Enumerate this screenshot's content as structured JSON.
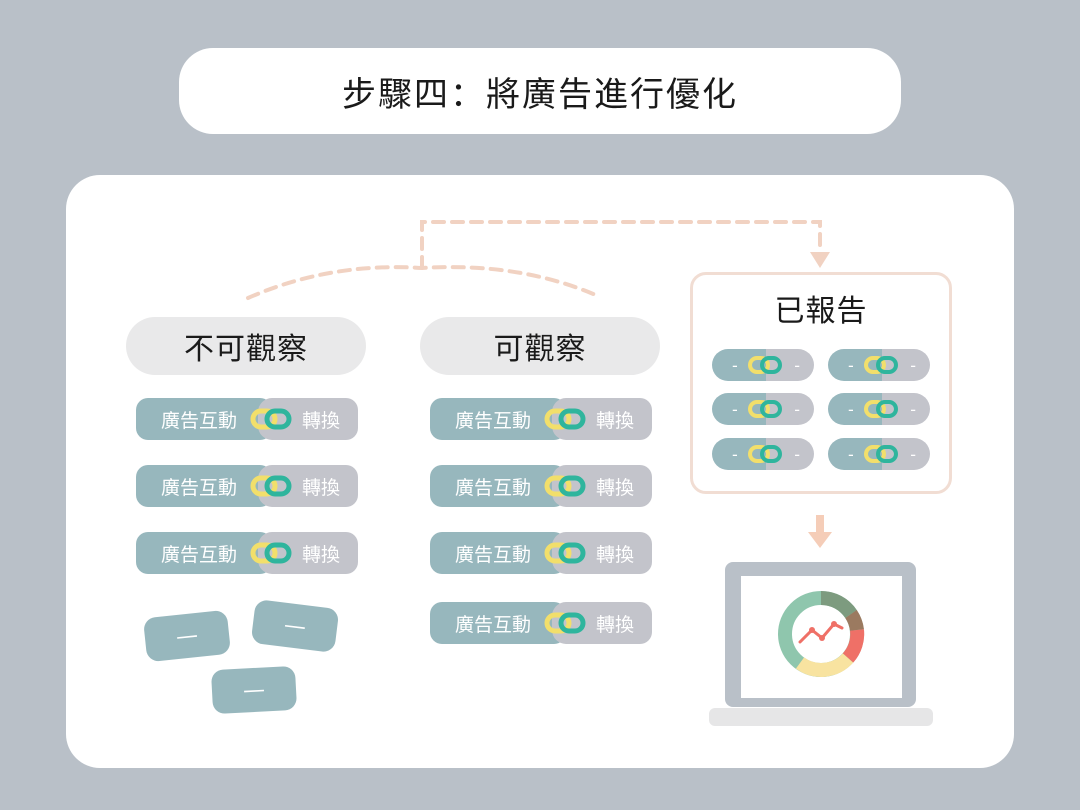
{
  "title": "步驟四：將廣告進行優化",
  "columns": {
    "not_observable": {
      "header": "不可觀察",
      "chips": [
        {
          "left": "廣告互動",
          "right": "轉換"
        },
        {
          "left": "廣告互動",
          "right": "轉換"
        },
        {
          "left": "廣告互動",
          "right": "轉換"
        }
      ],
      "loose_tiles": [
        "—",
        "—",
        "—"
      ]
    },
    "observable": {
      "header": "可觀察",
      "chips": [
        {
          "left": "廣告互動",
          "right": "轉換"
        },
        {
          "left": "廣告互動",
          "right": "轉換"
        },
        {
          "left": "廣告互動",
          "right": "轉換"
        },
        {
          "left": "廣告互動",
          "right": "轉換"
        }
      ]
    },
    "reported": {
      "header": "已報告",
      "mini_chips": [
        {
          "left": "-",
          "right": "-"
        },
        {
          "left": "-",
          "right": "-"
        },
        {
          "left": "-",
          "right": "-"
        },
        {
          "left": "-",
          "right": "-"
        },
        {
          "left": "-",
          "right": "-"
        },
        {
          "left": "-",
          "right": "-"
        }
      ]
    }
  },
  "icons": {
    "link": "chain-link-icon",
    "laptop": "laptop-icon",
    "donut": "donut-chart-icon",
    "arrow": "arrow-down-icon"
  },
  "colors": {
    "background": "#b9c0c8",
    "tile_blue": "#97b7bd",
    "tile_gray": "#c3c4cb",
    "header_gray": "#e9e9ea",
    "dashed_peach": "#f1d2c2",
    "link_yellow": "#f2df6b",
    "link_teal": "#2fb59d"
  }
}
